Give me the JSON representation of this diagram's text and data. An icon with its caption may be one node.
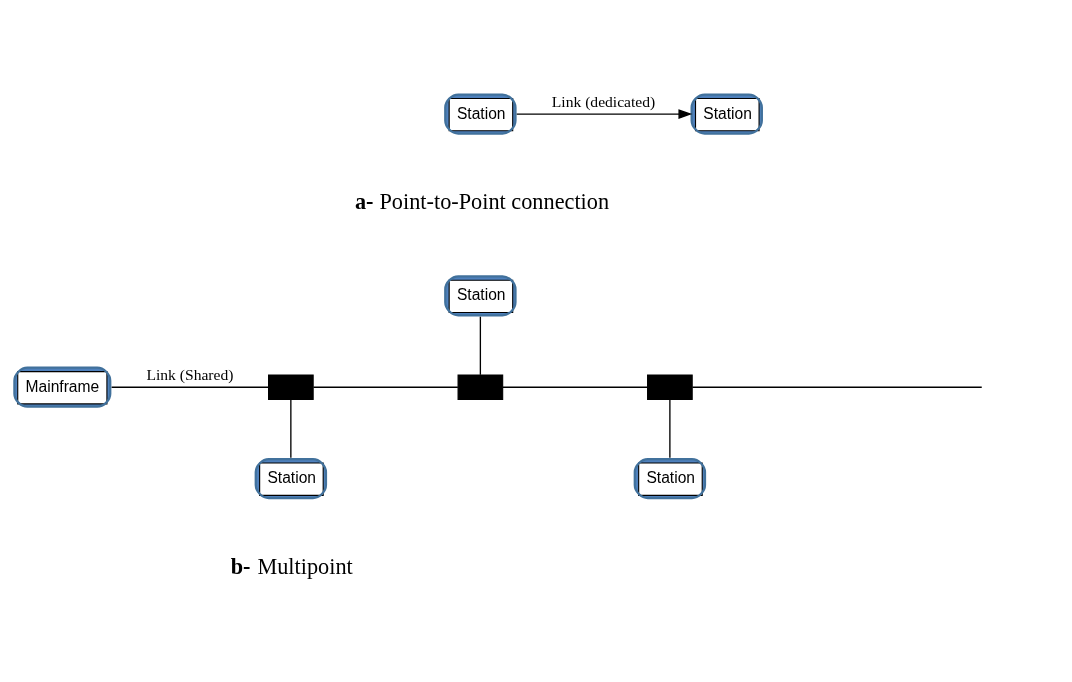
{
  "diagram": {
    "nodes": [
      {
        "text": [
          "Station"
        ]
      },
      {
        "text": [
          "Station"
        ]
      },
      {
        "text": [
          "Station"
        ]
      },
      {
        "text": [
          "Mainframe"
        ]
      },
      {
        "text": [],
        "shape": "box"
      },
      {
        "text": [],
        "shape": "box"
      },
      {
        "text": [],
        "shape": "box"
      },
      {
        "text": [
          "Station"
        ]
      },
      {
        "text": [
          "Station"
        ]
      }
    ],
    "edges": [
      {
        "from": 0,
        "to": 1,
        "arrow": "to",
        "label": "Link (dedicated)"
      },
      {
        "from": 3,
        "to": 4,
        "arrow": "none",
        "label": "Link (Shared)"
      },
      {
        "from": 4,
        "to": 5,
        "arrow": "none"
      },
      {
        "from": 5,
        "to": 6,
        "arrow": "none"
      },
      {
        "from": 6,
        "to": null,
        "arrow": "none"
      },
      {
        "from": 2,
        "to": 5,
        "arrow": "none"
      },
      {
        "from": 4,
        "to": 7,
        "arrow": "none"
      },
      {
        "from": 6,
        "to": 8,
        "arrow": "none"
      }
    ],
    "labels": [
      "**a-** Point-to-Point connection",
      "**b-** Multipoint"
    ]
  }
}
